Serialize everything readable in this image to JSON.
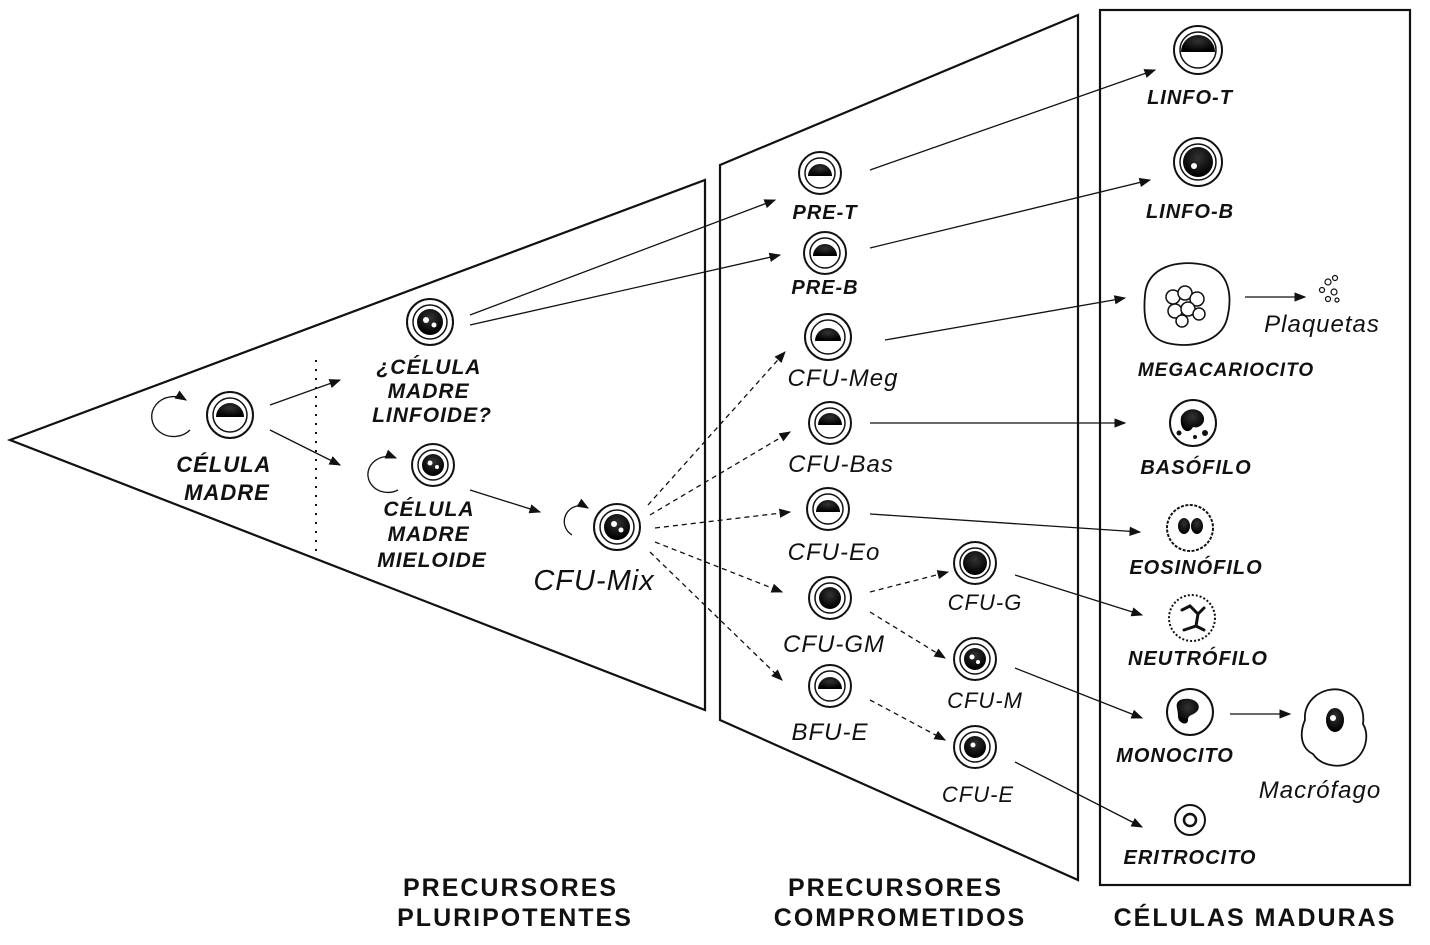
{
  "sections": {
    "pluripotent": [
      "PRECURSORES",
      "PLURIPOTENTES"
    ],
    "committed": [
      "PRECURSORES",
      "COMPROMETIDOS"
    ],
    "mature": "CÉLULAS MADURAS"
  },
  "cells": {
    "stem": [
      "CÉLULA",
      "MADRE"
    ],
    "lymphoid_stem": [
      "¿CÉLULA",
      "MADRE",
      "LINFOIDE?"
    ],
    "myeloid_stem": [
      "CÉLULA",
      "MADRE",
      "MIELOIDE"
    ],
    "cfu_mix": "CFU-Mix",
    "pre_t": "PRE-T",
    "pre_b": "PRE-B",
    "cfu_meg": "CFU-Meg",
    "cfu_bas": "CFU-Bas",
    "cfu_eo": "CFU-Eo",
    "cfu_gm": "CFU-GM",
    "bfu_e": "BFU-E",
    "cfu_g": "CFU-G",
    "cfu_m": "CFU-M",
    "cfu_e": "CFU-E",
    "linfo_t": "LINFO-T",
    "linfo_b": "LINFO-B",
    "megacariocito": "MEGACARIOCITO",
    "plaquetas": "Plaquetas",
    "basofilo": "BASÓFILO",
    "eosinofilo": "EOSINÓFILO",
    "neutrofilo": "NEUTRÓFILO",
    "monocito": "MONOCITO",
    "macrofago": "Macrófago",
    "eritrocito": "ERITROCITO"
  }
}
